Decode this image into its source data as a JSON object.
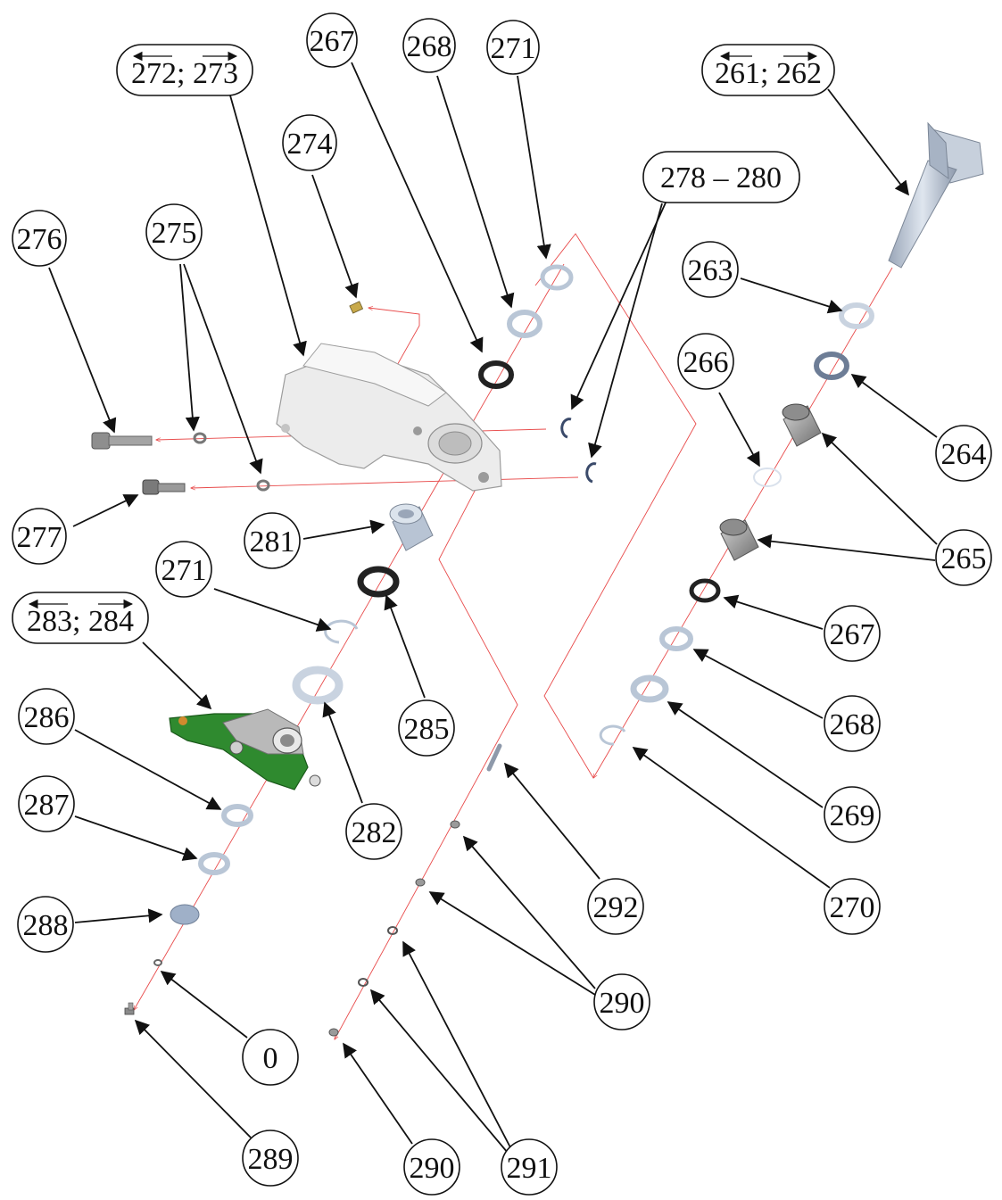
{
  "callouts": {
    "c261_262": "261; 262",
    "c263": "263",
    "c264": "264",
    "c265": "265",
    "c266": "266",
    "c267a": "267",
    "c267b": "267",
    "c268a": "268",
    "c268b": "268",
    "c269": "269",
    "c270": "270",
    "c271a": "271",
    "c271b": "271",
    "c272_273": "272; 273",
    "c274": "274",
    "c275": "275",
    "c276": "276",
    "c277": "277",
    "c278_280": "278 – 280",
    "c281": "281",
    "c282": "282",
    "c283_284": "283; 284",
    "c285": "285",
    "c286": "286",
    "c287": "287",
    "c288": "288",
    "c0": "0",
    "c289": "289",
    "c290a": "290",
    "c290b": "290",
    "c291": "291",
    "c292": "292"
  },
  "colors": {
    "assembly_axis": "#e84a4a",
    "leader": "#111111",
    "bracket": "#e6e6e6",
    "shaft": "#b7c3d3",
    "lever": "#2f8a2f",
    "washer": "#c9d3e0",
    "seal": "#2a2a2a"
  }
}
